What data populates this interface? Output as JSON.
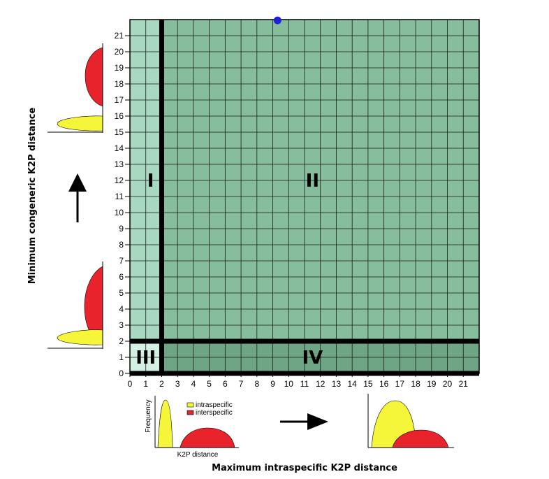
{
  "chart_data": {
    "type": "scatter",
    "x_ticks": [
      "0",
      "1",
      "2",
      "3",
      "4",
      "5",
      "6",
      "7",
      "8",
      "9",
      "10",
      "11",
      "12",
      "13",
      "14",
      "15",
      "16",
      "17",
      "18",
      "19",
      "20",
      "21"
    ],
    "y_ticks": [
      "0",
      "1",
      "2",
      "3",
      "4",
      "5",
      "6",
      "7",
      "8",
      "9",
      "10",
      "11",
      "12",
      "13",
      "14",
      "15",
      "16",
      "17",
      "18",
      "19",
      "20",
      "21"
    ],
    "xlim": [
      0,
      22
    ],
    "ylim": [
      0,
      22
    ],
    "grid": true,
    "xlabel": "Maximum intraspecific K2P distance",
    "ylabel": "Minimum congeneric K2P distance",
    "threshold_x": 2,
    "threshold_y": 2,
    "points": [
      {
        "x": 9.3,
        "y": 21.95
      }
    ],
    "point_color": "#1f1fe0",
    "quadrants": [
      {
        "label": "I",
        "x": 1.3,
        "y": 12,
        "color": "#a8d8c0"
      },
      {
        "label": "II",
        "x": 11.5,
        "y": 12,
        "color": "#86bd9c"
      },
      {
        "label": "III",
        "x": 1.0,
        "y": 1.0,
        "color": "#d4f0e2"
      },
      {
        "label": "IV",
        "x": 11.5,
        "y": 1.0,
        "color": "#6ea585"
      }
    ]
  },
  "legend": {
    "intraspecific": "intraspecific",
    "interspecific": "interspecific",
    "intra_color": "#f5f53a",
    "inter_color": "#e8232b"
  },
  "inset": {
    "ylabel": "Frequency",
    "xlabel": "K2P distance"
  },
  "arrows": {
    "up": "arrow-up-icon",
    "right": "arrow-right-icon"
  }
}
